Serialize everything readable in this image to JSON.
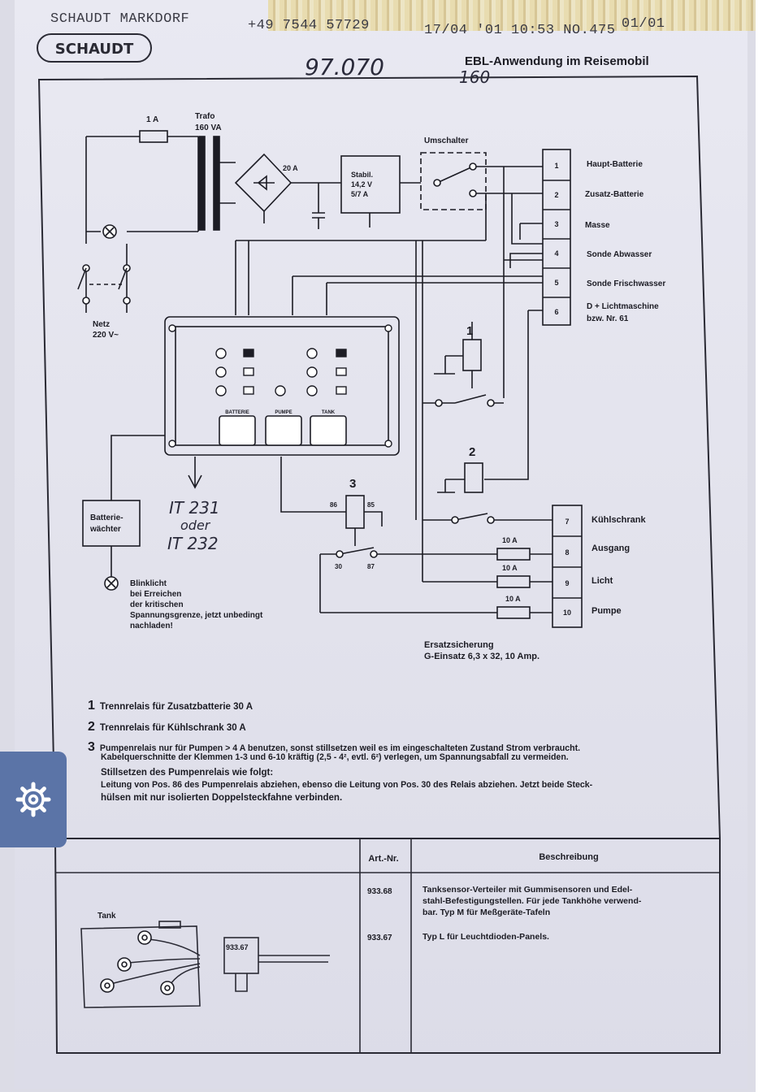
{
  "fax_header": {
    "sender": "SCHAUDT MARKDORF",
    "phone": "+49 7544 57729",
    "datetime": "17/04 '01 10:53 NO.475",
    "page": "01/01"
  },
  "logo_text": "SCHAUDT",
  "handwritten": {
    "code": "97.070",
    "model": "160",
    "monitor_note_1": "IT 231",
    "monitor_note_2": "oder",
    "monitor_note_3": "IT 232"
  },
  "title": "EBL-Anwendung im Reisemobil",
  "components": {
    "fuse_1a": "1 A",
    "transformer_l1": "Trafo",
    "transformer_l2": "160 VA",
    "rectifier_fuse": "20 A",
    "stab_l1": "Stabil.",
    "stab_l2": "14,2 V",
    "stab_l3": "5/7 A",
    "switch": "Umschalter",
    "mains_l1": "Netz",
    "mains_l2": "220 V~",
    "battery_monitor_l1": "Batterie-",
    "battery_monitor_l2": "wächter",
    "relay_1": "1",
    "relay_2": "2",
    "relay_3": "3",
    "pin_86": "86",
    "pin_85": "85",
    "pin_30": "30",
    "pin_87": "87",
    "panel_battery": "BATTERIE",
    "panel_pump": "PUMPE",
    "panel_tank": "TANK",
    "fuse_10a": "10 A"
  },
  "terminals_top": [
    {
      "num": "1",
      "label": "Haupt-Batterie"
    },
    {
      "num": "2",
      "label": "Zusatz-Batterie"
    },
    {
      "num": "3",
      "label": "Masse"
    },
    {
      "num": "4",
      "label": "Sonde Abwasser"
    },
    {
      "num": "5",
      "label": "Sonde Frischwasser"
    },
    {
      "num": "6",
      "label": "D + Lichtmaschine",
      "label2": "bzw. Nr. 61"
    }
  ],
  "terminals_bottom": [
    {
      "num": "7",
      "label": "Kühlschrank"
    },
    {
      "num": "8",
      "label": "Ausgang"
    },
    {
      "num": "9",
      "label": "Licht"
    },
    {
      "num": "10",
      "label": "Pumpe"
    }
  ],
  "blink_note": [
    "Blinklicht",
    "bei Erreichen",
    "der kritischen",
    "Spannungsgrenze, jetzt unbedingt",
    "nachladen!"
  ],
  "spare_fuse": [
    "Ersatzsicherung",
    "G-Einsatz 6,3 x 32, 10 Amp."
  ],
  "notes": [
    {
      "num": "1",
      "text": "Trennrelais für Zusatzbatterie 30 A"
    },
    {
      "num": "2",
      "text": "Trennrelais für Kühlschrank 30 A"
    },
    {
      "num": "3",
      "text": "Pumpenrelais nur für Pumpen > 4 A benutzen, sonst stillsetzen weil es im eingeschalteten Zustand Strom verbraucht."
    }
  ],
  "note3_continued": [
    "Kabelquerschnitte der Klemmen 1-3 und 6-10 kräftig (2,5 - 4², evtl. 6²) verlegen, um Spannungsabfall zu vermeiden.",
    "Stillsetzen des Pumpenrelais wie folgt:",
    "Leitung von Pos. 86 des Pumpenrelais abziehen, ebenso die Leitung von Pos. 30 des Relais abziehen. Jetzt beide Steck-",
    "hülsen mit nur isolierten Doppelsteckfahne verbinden."
  ],
  "table": {
    "col_art": "Art.-Nr.",
    "col_desc": "Beschreibung",
    "tank_label": "Tank",
    "distributor_label": "933.67",
    "rows": [
      {
        "art": "933.68",
        "desc": [
          "Tanksensor-Verteiler mit Gummisensoren und Edel-",
          "stahl-Befestigungstellen. Für jede Tankhöhe verwend-",
          "bar. Typ M für Meßgeräte-Tafeln"
        ]
      },
      {
        "art": "933.67",
        "desc": [
          "Typ L für Leuchtdioden-Panels."
        ]
      }
    ]
  },
  "settings_icon": "gear-icon"
}
